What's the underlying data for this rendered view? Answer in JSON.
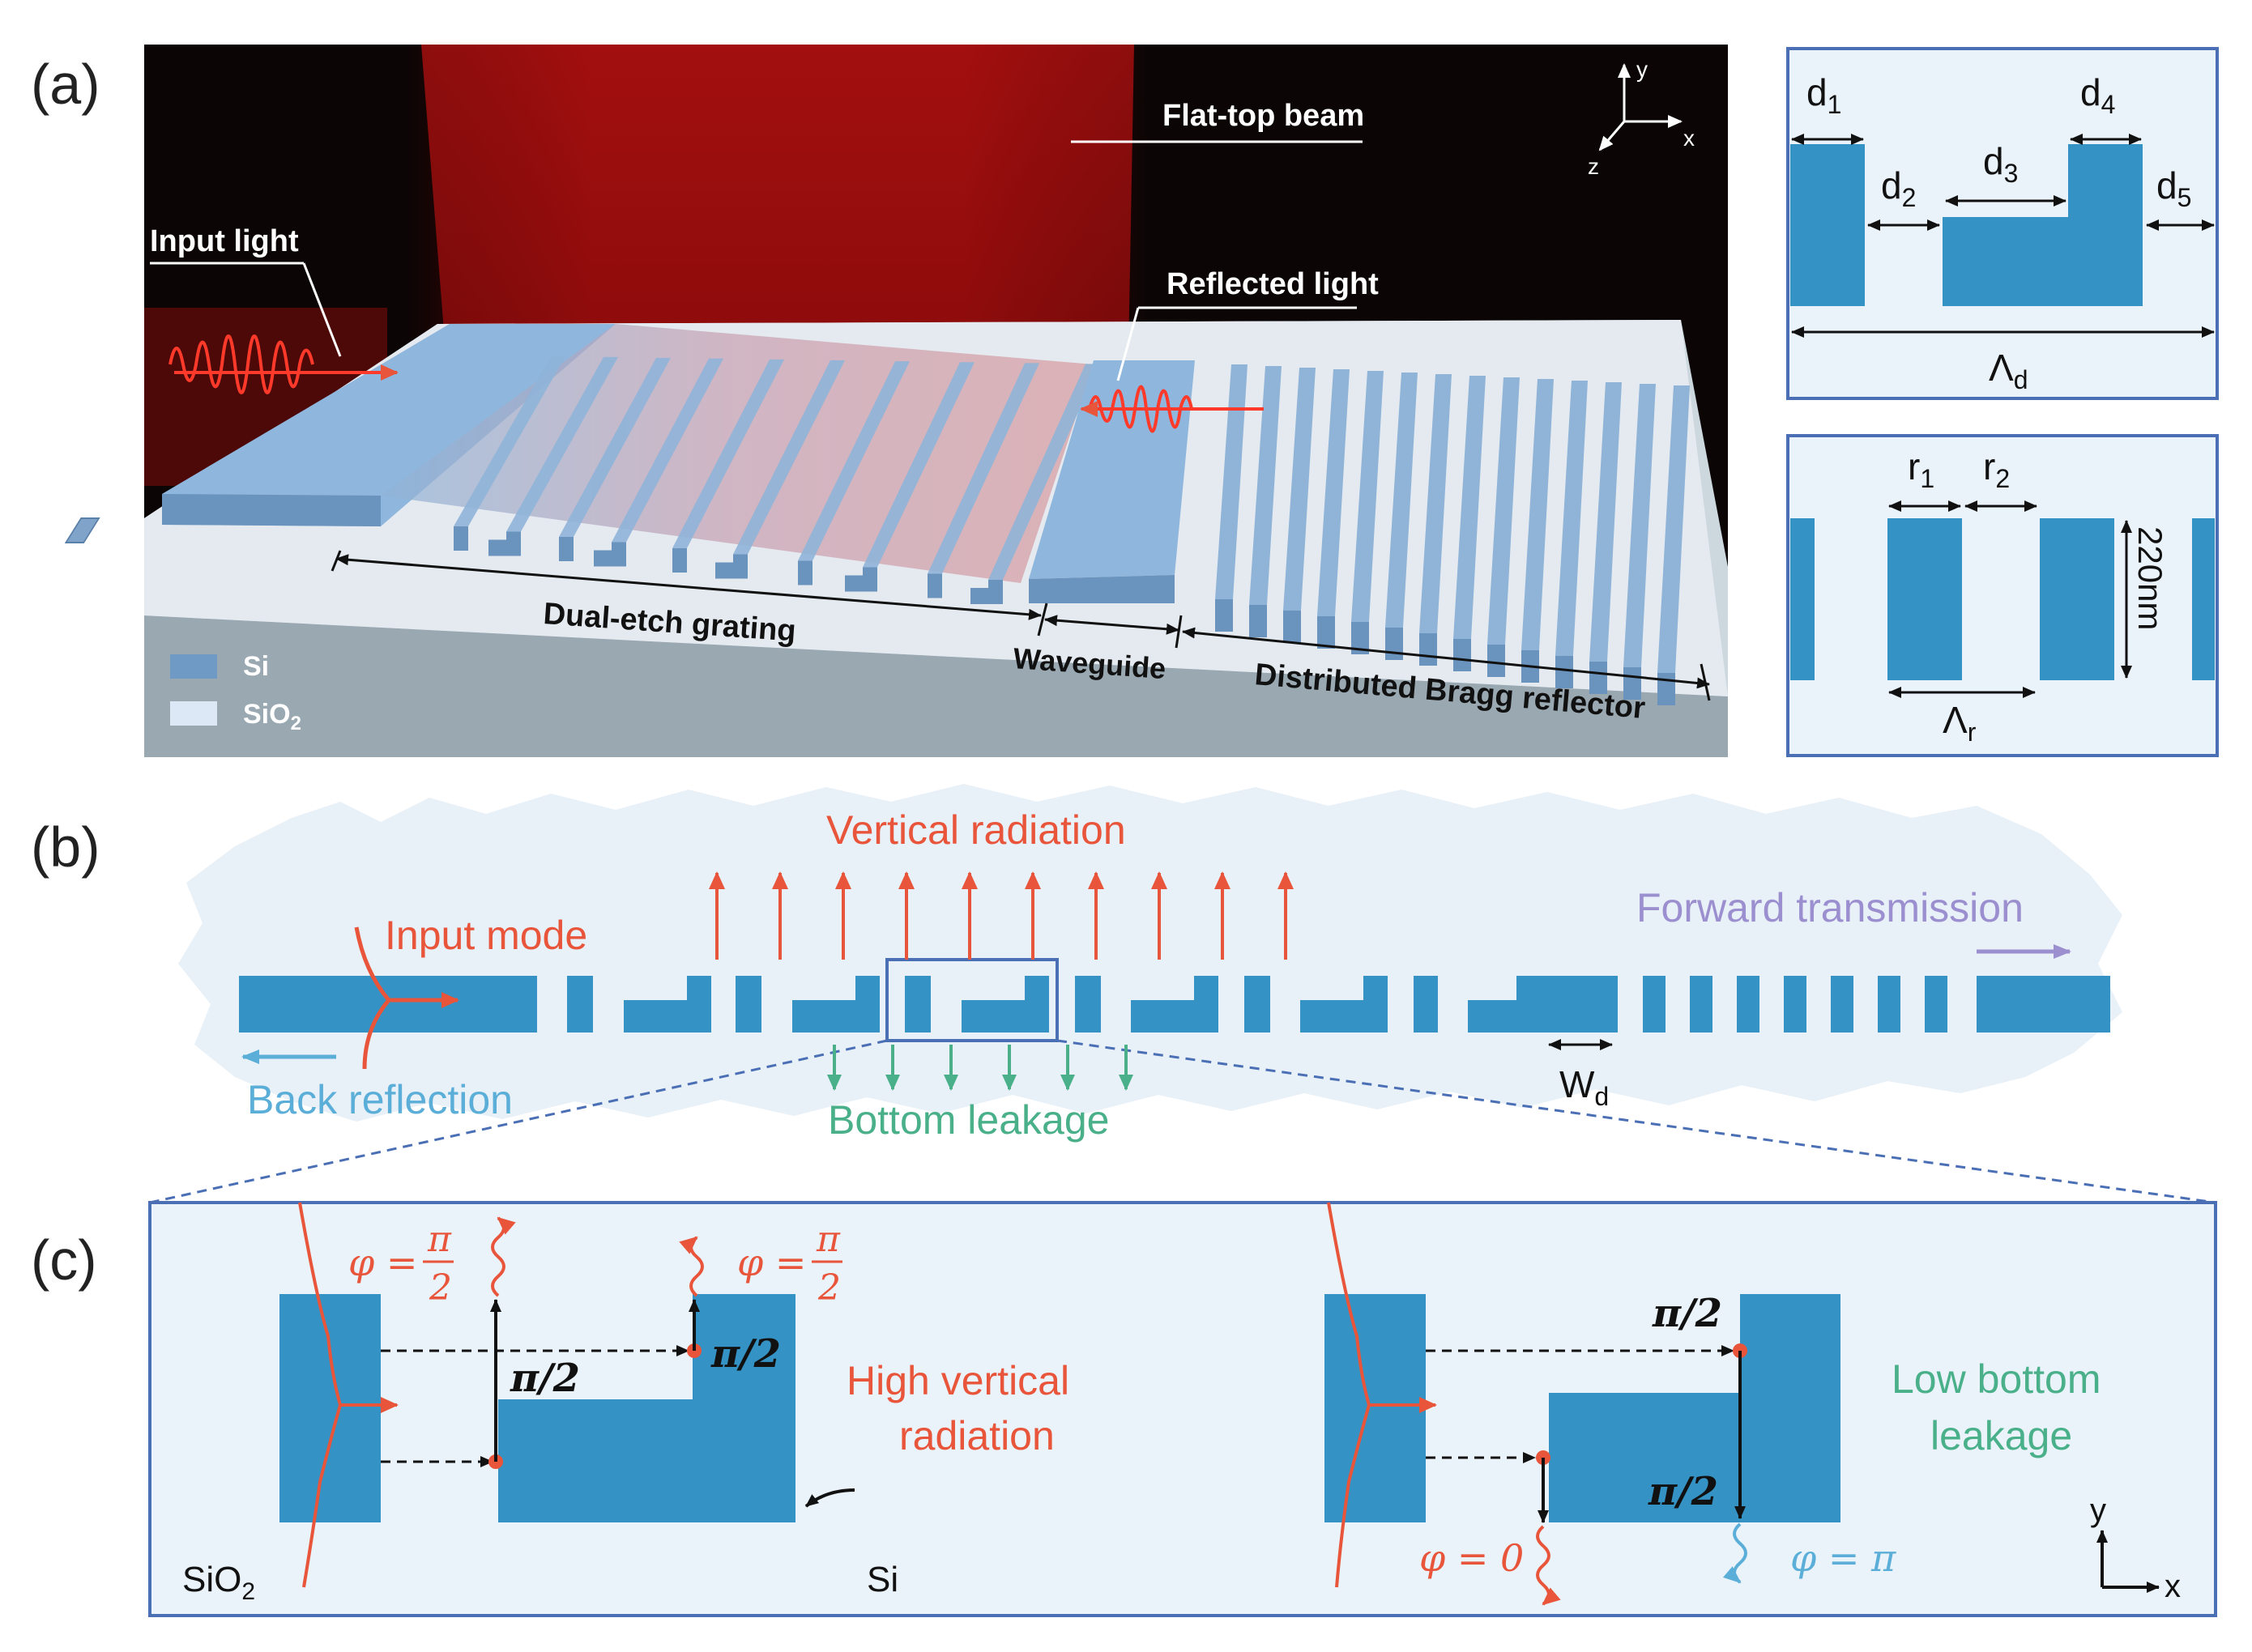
{
  "panel_labels": {
    "a": "(a)",
    "b": "(b)",
    "c": "(c)"
  },
  "panel_a": {
    "flat_top_beam": "Flat-top beam",
    "input_light": "Input light",
    "reflected_light": "Reflected light",
    "dual_etch_grating": "Dual-etch grating",
    "waveguide": "Waveguide",
    "dbr": "Distributed Bragg reflector",
    "axes": {
      "x": "x",
      "y": "y",
      "z": "z"
    },
    "legend": [
      {
        "label": "Si",
        "color": "#6f9ac6"
      },
      {
        "label": "SiO",
        "sub": "2",
        "color": "#dce8f6"
      }
    ]
  },
  "inset_top": {
    "d1": "d",
    "d1_sub": "1",
    "d2": "d",
    "d2_sub": "2",
    "d3": "d",
    "d3_sub": "3",
    "d4": "d",
    "d4_sub": "4",
    "d5": "d",
    "d5_sub": "5",
    "period": "Λ",
    "period_sub": "d"
  },
  "inset_bottom": {
    "r1": "r",
    "r1_sub": "1",
    "r2": "r",
    "r2_sub": "2",
    "thickness": "220nm",
    "period": "Λ",
    "period_sub": "r"
  },
  "panel_b": {
    "vertical_radiation": "Vertical radiation",
    "input_mode": "Input mode",
    "forward_transmission": "Forward transmission",
    "back_reflection": "Back reflection",
    "bottom_leakage": "Bottom leakage",
    "wd": "W",
    "wd_sub": "d"
  },
  "panel_c": {
    "phi_pi2_left": "φ =",
    "phi_pi2_right": "φ =",
    "pi": "π",
    "two": "2",
    "pi_over_2": "π/2",
    "high_vertical": [
      "High vertical",
      "radiation"
    ],
    "low_bottom": [
      "Low bottom",
      "leakage"
    ],
    "sio2": "SiO",
    "sio2_sub": "2",
    "si": "Si",
    "phi_0": "φ = 0",
    "phi_pi": "φ = π",
    "axes": {
      "x": "x",
      "y": "y"
    }
  },
  "colors": {
    "si": "#3592c4",
    "red": "#e8553a",
    "green": "#49b08a",
    "blue_text": "#5aaed8",
    "purple": "#9b8fcf",
    "frame": "#4a6fb5",
    "inset_bg": "#eaf2fa"
  }
}
